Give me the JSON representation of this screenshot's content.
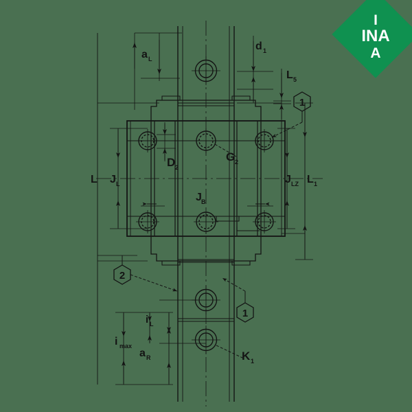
{
  "page": {
    "title": "INA linear recirculating ball bearing and guideway assembly - dimension drawing",
    "background_color": "#4a7051",
    "line_color": "#141414"
  },
  "logo": {
    "name": "INA",
    "shape": "diamond",
    "background_color": "#0f9150",
    "text_color": "#ffffff",
    "lines": [
      "I",
      "INA",
      "A"
    ]
  },
  "dimensions": {
    "a_L": {
      "label": "a",
      "subscript": "L"
    },
    "d_1": {
      "label": "d",
      "subscript": "1"
    },
    "L_5": {
      "label": "L",
      "subscript": "5"
    },
    "D_2": {
      "label": "D",
      "subscript": "2"
    },
    "G_2": {
      "label": "G",
      "subscript": "2"
    },
    "J_B": {
      "label": "J",
      "subscript": "B"
    },
    "L": {
      "label": "L",
      "subscript": ""
    },
    "J_L": {
      "label": "J",
      "subscript": "L"
    },
    "J_LZ": {
      "label": "J",
      "subscript": "LZ"
    },
    "L_1": {
      "label": "L",
      "subscript": "1"
    },
    "i_max": {
      "label": "i",
      "subscript": "max"
    },
    "i_L": {
      "label": "i",
      "subscript": "L"
    },
    "a_R": {
      "label": "a",
      "subscript": "R"
    },
    "K_1": {
      "label": "K",
      "subscript": "1"
    }
  },
  "callouts": [
    {
      "id": "callout-1-top",
      "text": "1"
    },
    {
      "id": "callout-2-left",
      "text": "2"
    },
    {
      "id": "callout-1-bottom",
      "text": "1"
    }
  ]
}
